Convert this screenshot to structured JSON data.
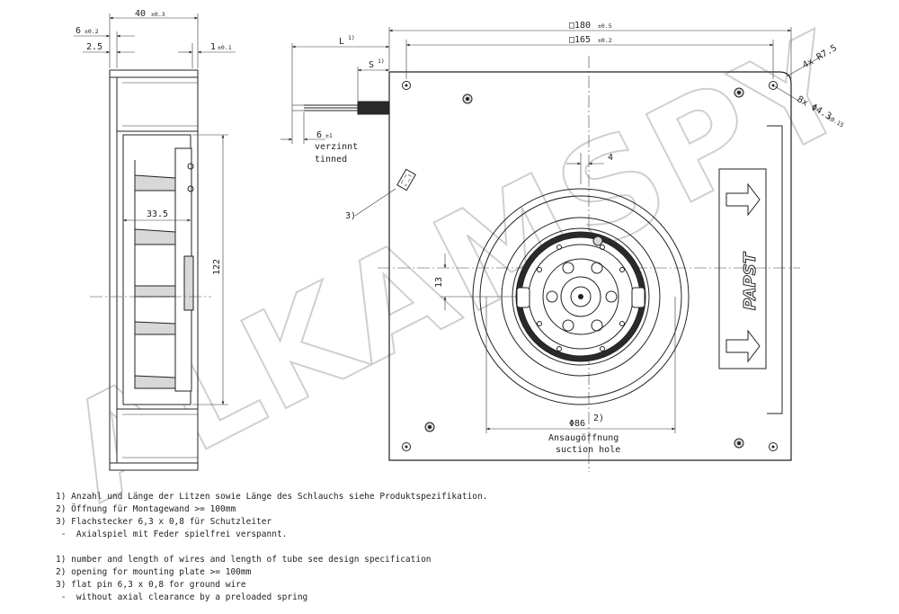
{
  "side_view": {
    "dim_overall_width": "40",
    "dim_overall_width_tol": "±0.3",
    "dim_flange": "6",
    "dim_flange_tol": "±0.2",
    "dim_left_gap": "2.5",
    "dim_right_gap": "1",
    "dim_right_gap_tol": "±0.1",
    "dim_impeller_depth": "33.5",
    "dim_impeller_height": "122"
  },
  "front_view": {
    "dim_outer_square": "□180",
    "dim_outer_square_tol": "±0.5",
    "dim_hole_square": "□165",
    "dim_hole_square_tol": "±0.2",
    "dim_corner_radius": "4x R7.5",
    "dim_holes": "8x Φ4.3",
    "dim_holes_tol": "±0.15",
    "dim_wire_length": "L",
    "dim_wire_length_ref": "1)",
    "dim_tube_length": "S",
    "dim_tube_length_ref": "1)",
    "dim_strip": "6",
    "dim_strip_tol": "±1",
    "strip_label_de": "verzinnt",
    "strip_label_en": "tinned",
    "ground_ref": "3)",
    "dim_offset": "4",
    "dim_offset_v": "13",
    "dim_suction": "Φ86",
    "dim_suction_ref": "2)",
    "suction_label_de": "Ansaugöffnung",
    "suction_label_en": "suction hole",
    "brand_logo": "PAPST"
  },
  "notes": {
    "de": [
      "1) Anzahl und Länge der Litzen sowie Länge des Schlauchs siehe Produktspezifikation.",
      "2) Öffnung für Montagewand >= 100mm",
      "3) Flachstecker 6,3 x 0,8 für Schutzleiter",
      " -  Axialspiel mit Feder spielfrei verspannt."
    ],
    "en": [
      "1) number and length of wires and length of tube see design specification",
      "2) opening for mounting plate >= 100mm",
      "3) flat pin 6,3 x 0,8 for ground wire",
      " -  without axial clearance by a preloaded spring"
    ]
  },
  "watermark": "ALKAMSPY"
}
